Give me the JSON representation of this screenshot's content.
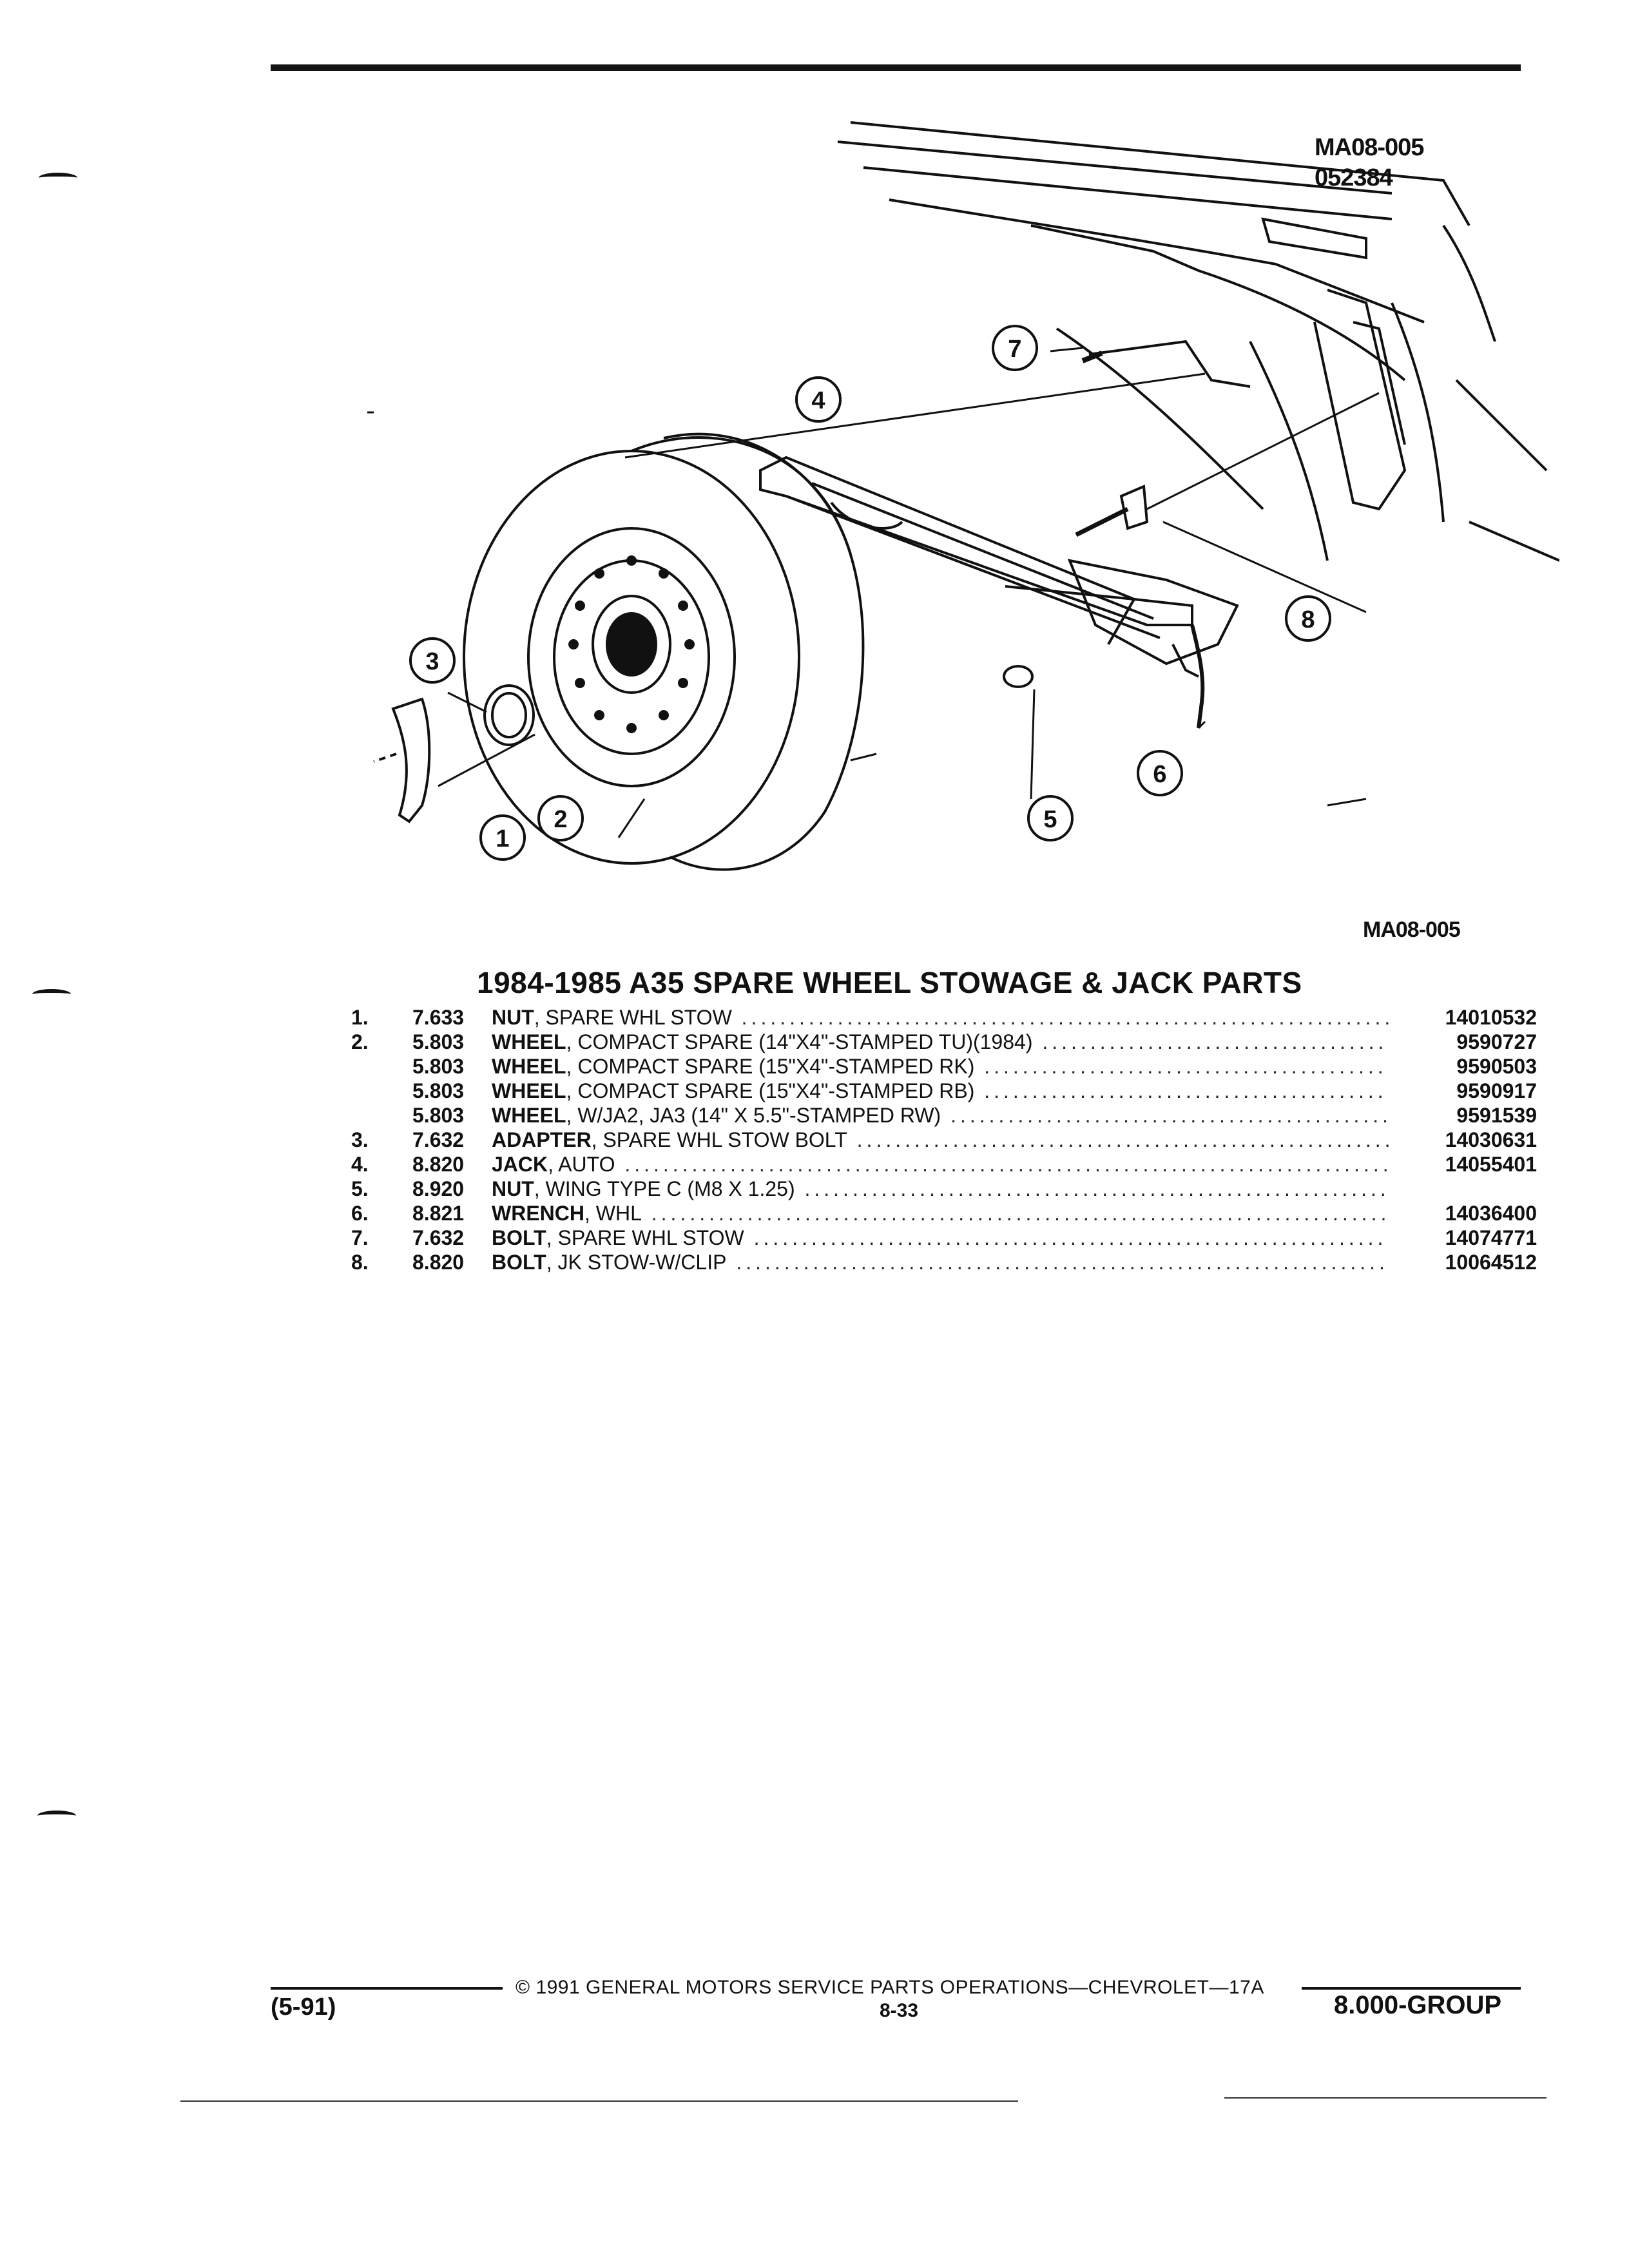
{
  "figure": {
    "code_top": "MA08-005",
    "date_code": "052384",
    "code_bottom": "MA08-005",
    "callouts": [
      "1",
      "2",
      "3",
      "4",
      "5",
      "6",
      "7",
      "8"
    ]
  },
  "title": "1984-1985 A35 SPARE WHEEL STOWAGE & JACK PARTS",
  "parts": [
    {
      "num": "1.",
      "group": "7.633",
      "name": "NUT",
      "desc": ", SPARE WHL STOW",
      "part_no": "14010532"
    },
    {
      "num": "2.",
      "group": "5.803",
      "name": "WHEEL",
      "desc": ", COMPACT SPARE (14\"X4\"-STAMPED TU)(1984)",
      "part_no": "9590727"
    },
    {
      "num": "",
      "group": "5.803",
      "name": "WHEEL",
      "desc": ", COMPACT SPARE (15\"X4\"-STAMPED RK)",
      "part_no": "9590503"
    },
    {
      "num": "",
      "group": "5.803",
      "name": "WHEEL",
      "desc": ", COMPACT SPARE (15\"X4\"-STAMPED RB)",
      "part_no": "9590917"
    },
    {
      "num": "",
      "group": "5.803",
      "name": "WHEEL",
      "desc": ", W/JA2, JA3 (14\" X 5.5\"-STAMPED RW)",
      "part_no": "9591539"
    },
    {
      "num": "3.",
      "group": "7.632",
      "name": "ADAPTER",
      "desc": ", SPARE WHL STOW BOLT",
      "part_no": "14030631"
    },
    {
      "num": "4.",
      "group": "8.820",
      "name": "JACK",
      "desc": ", AUTO",
      "part_no": "14055401"
    },
    {
      "num": "5.",
      "group": "8.920",
      "name": "NUT",
      "desc": ", WING TYPE C (M8 X 1.25)",
      "part_no": ""
    },
    {
      "num": "6.",
      "group": "8.821",
      "name": "WRENCH",
      "desc": ", WHL",
      "part_no": "14036400"
    },
    {
      "num": "7.",
      "group": "7.632",
      "name": "BOLT",
      "desc": ", SPARE WHL STOW",
      "part_no": "14074771"
    },
    {
      "num": "8.",
      "group": "8.820",
      "name": "BOLT",
      "desc": ", JK STOW-W/CLIP",
      "part_no": "10064512"
    }
  ],
  "footer": {
    "copyright": "© 1991 GENERAL MOTORS SERVICE PARTS OPERATIONS—CHEVROLET—17A",
    "page": "8-33",
    "date": "(5-91)",
    "group": "8.000-GROUP"
  }
}
